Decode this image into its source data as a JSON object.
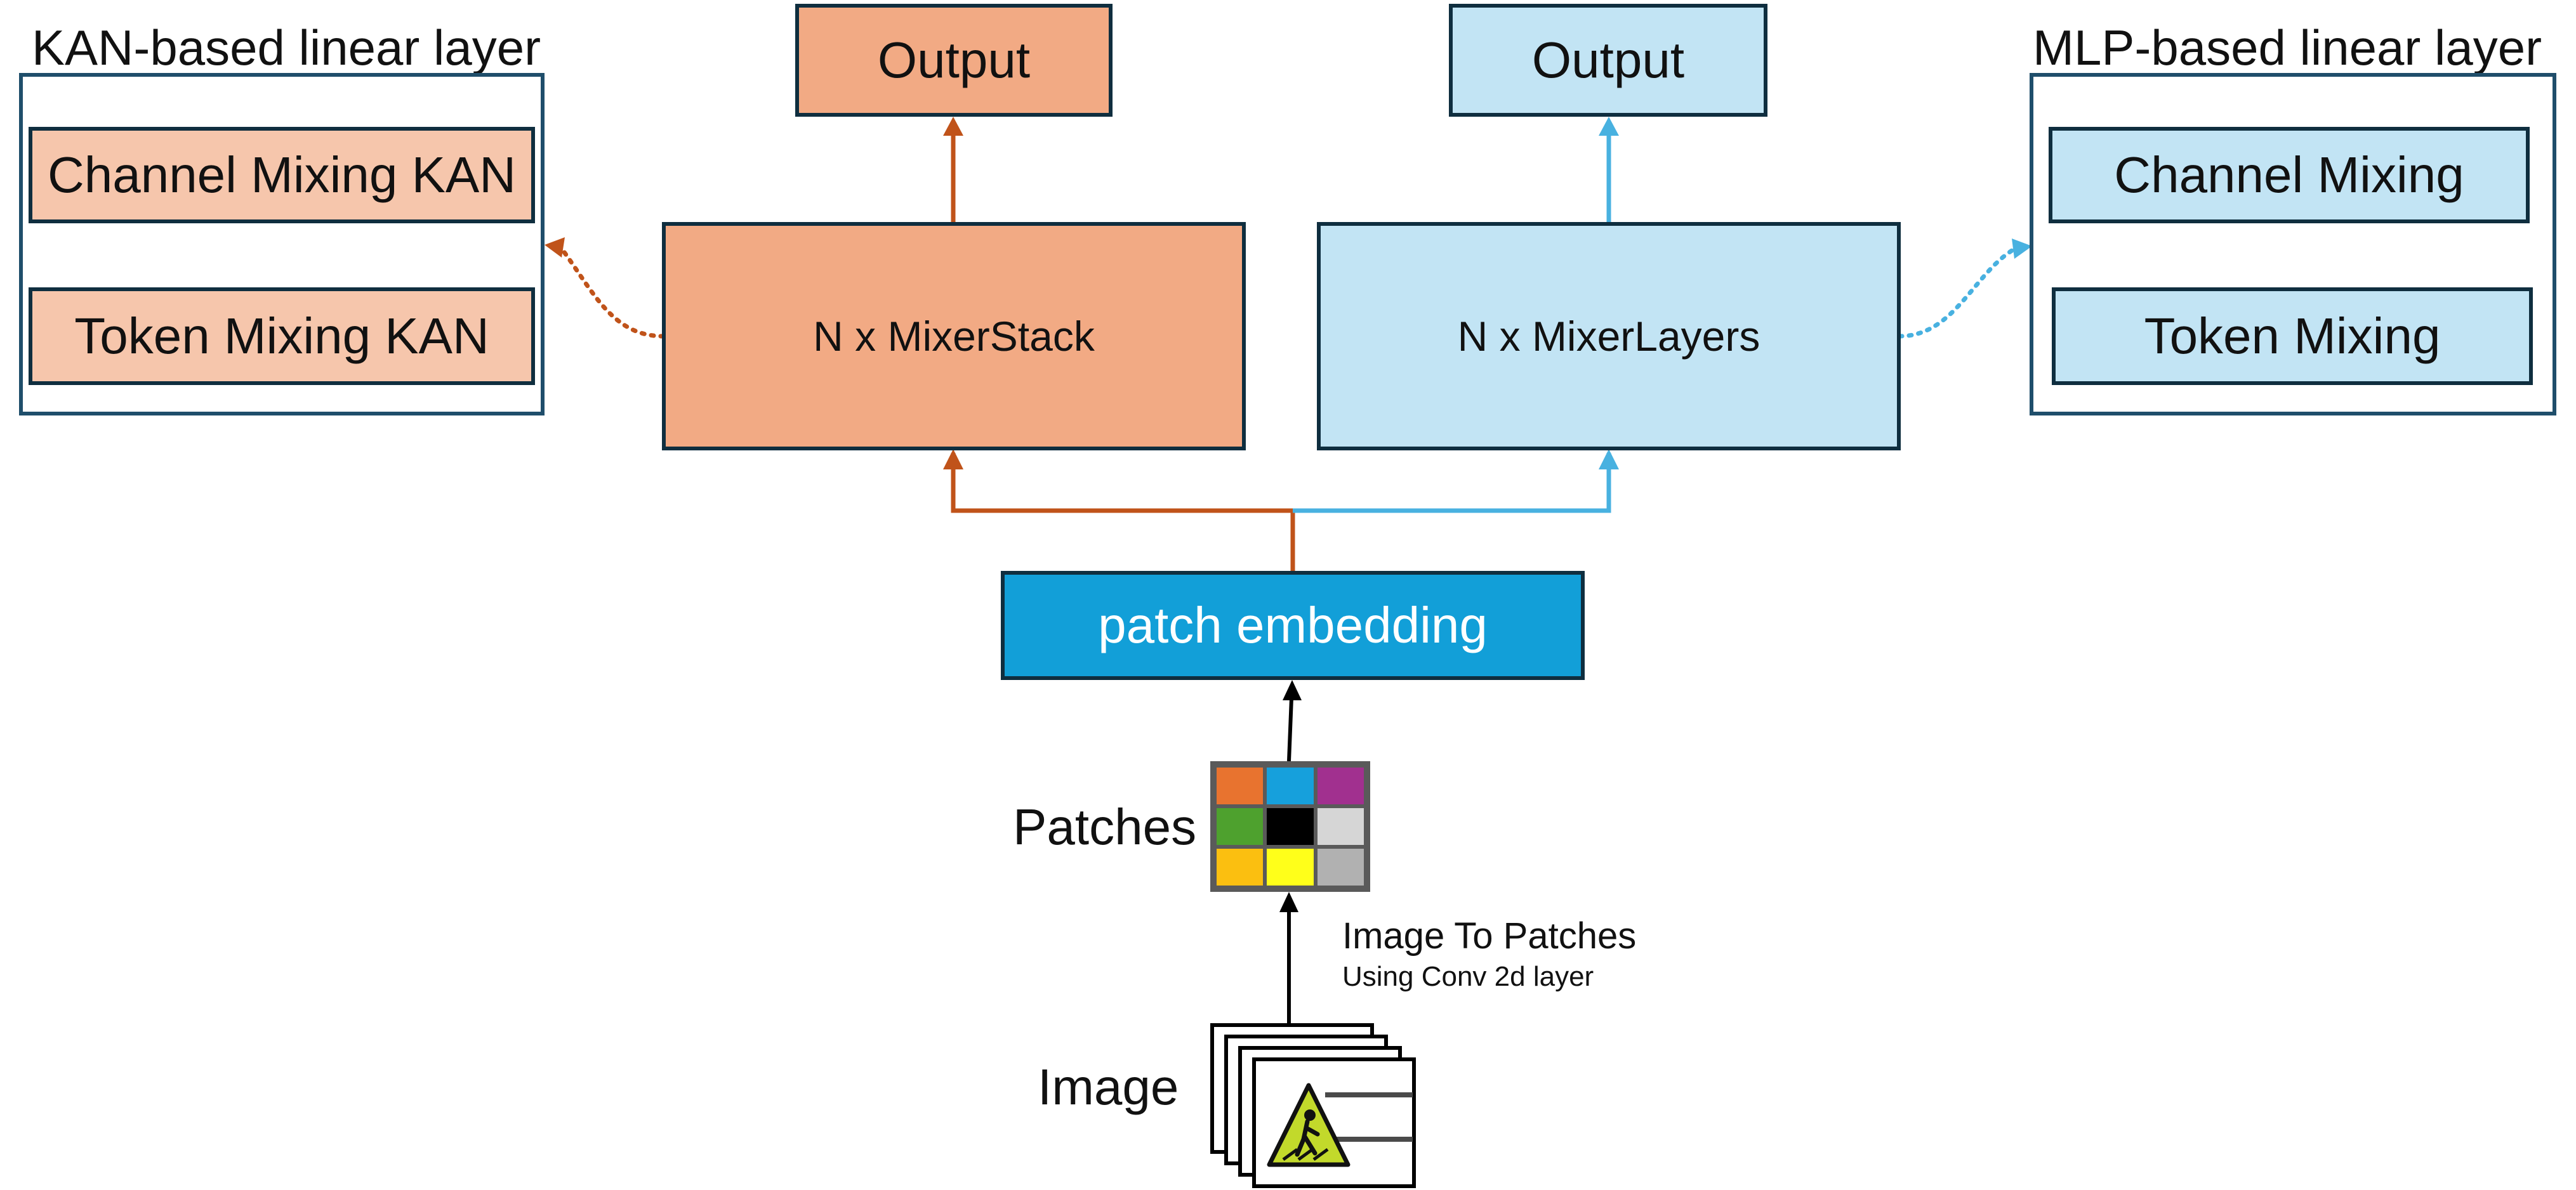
{
  "kan_group": {
    "title": "KAN-based linear layer",
    "channel_mixing": "Channel Mixing KAN",
    "token_mixing": "Token Mixing KAN"
  },
  "mlp_group": {
    "title": "MLP-based linear layer",
    "channel_mixing": "Channel Mixing",
    "token_mixing": "Token Mixing"
  },
  "kan_branch": {
    "output": "Output",
    "stack": "N x MixerStack"
  },
  "mlp_branch": {
    "output": "Output",
    "stack": "N x MixerLayers"
  },
  "patch_embedding": "patch embedding",
  "patches_label": "Patches",
  "image_to_patches": {
    "title": "Image To Patches",
    "subtitle": "Using Conv 2d layer"
  },
  "image_label": "Image",
  "patch_colors": [
    "#e8732f",
    "#16a0dc",
    "#a1308f",
    "#4ea12e",
    "#000000",
    "#d6d6d6",
    "#fbbf10",
    "#ffff1a",
    "#b1b1b1"
  ],
  "colors": {
    "kan_arrow": "#c0531a",
    "mlp_arrow": "#48b1e0",
    "border": "#0f2e3f",
    "embedding": "#129fd8"
  }
}
